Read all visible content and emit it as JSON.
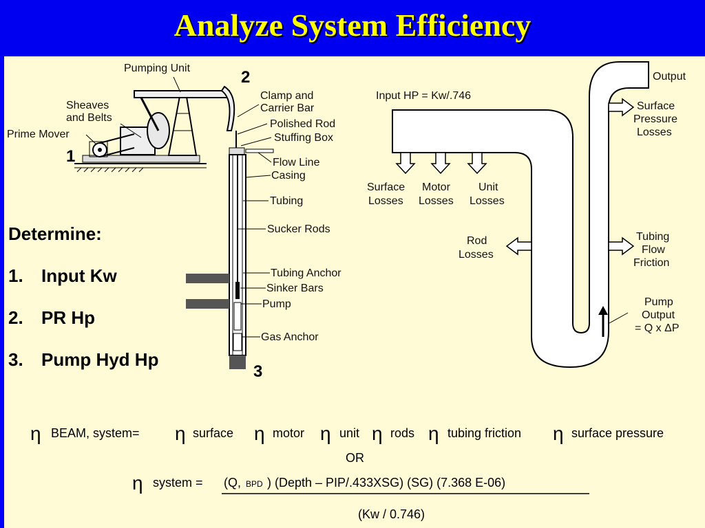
{
  "title": "Analyze System Efficiency",
  "wellbore": {
    "labels": {
      "pumping_unit": "Pumping Unit",
      "sheaves_1": "Sheaves",
      "sheaves_2": "and Belts",
      "prime_mover": "Prime Mover",
      "clamp_1": "Clamp and",
      "clamp_2": "Carrier Bar",
      "polished_rod": "Polished Rod",
      "stuffing_box": "Stuffing Box",
      "flow_line": "Flow Line",
      "casing": "Casing",
      "tubing": "Tubing",
      "sucker_rods": "Sucker Rods",
      "tubing_anchor": "Tubing Anchor",
      "sinker_bars": "Sinker Bars",
      "pump": "Pump",
      "gas_anchor": "Gas Anchor"
    },
    "markers": {
      "one": "1",
      "two": "2",
      "three": "3"
    }
  },
  "determine": {
    "heading": "Determine:",
    "items": [
      {
        "num": "1.",
        "text": "Input Kw"
      },
      {
        "num": "2.",
        "text": "PR Hp"
      },
      {
        "num": "3.",
        "text": "Pump Hyd Hp"
      }
    ]
  },
  "flow_diagram": {
    "input_hp": "Input HP = Kw/.746",
    "output": "Output",
    "surface_pressure": [
      "Surface",
      "Pressure",
      "Losses"
    ],
    "surface_losses": [
      "Surface",
      "Losses"
    ],
    "motor_losses": [
      "Motor",
      "Losses"
    ],
    "unit_losses": [
      "Unit",
      "Losses"
    ],
    "rod_losses": [
      "Rod",
      "Losses"
    ],
    "tubing_friction": [
      "Tubing",
      "Flow",
      "Friction"
    ],
    "pump_output": [
      "Pump",
      "Output",
      "= Q x ΔP"
    ]
  },
  "formulas": {
    "eta": "η",
    "line1_terms": [
      "BEAM, system=",
      "surface",
      "motor",
      "unit",
      "rods",
      "tubing friction",
      "surface pressure"
    ],
    "or": "OR",
    "line2_lhs": "system = ",
    "line2_q": "(Q,",
    "line2_bpd": "BPD",
    "line2_rest": ") (Depth – PIP/.433XSG) (SG) (7.368 E-06)",
    "line3": "(Kw / 0.746)"
  }
}
